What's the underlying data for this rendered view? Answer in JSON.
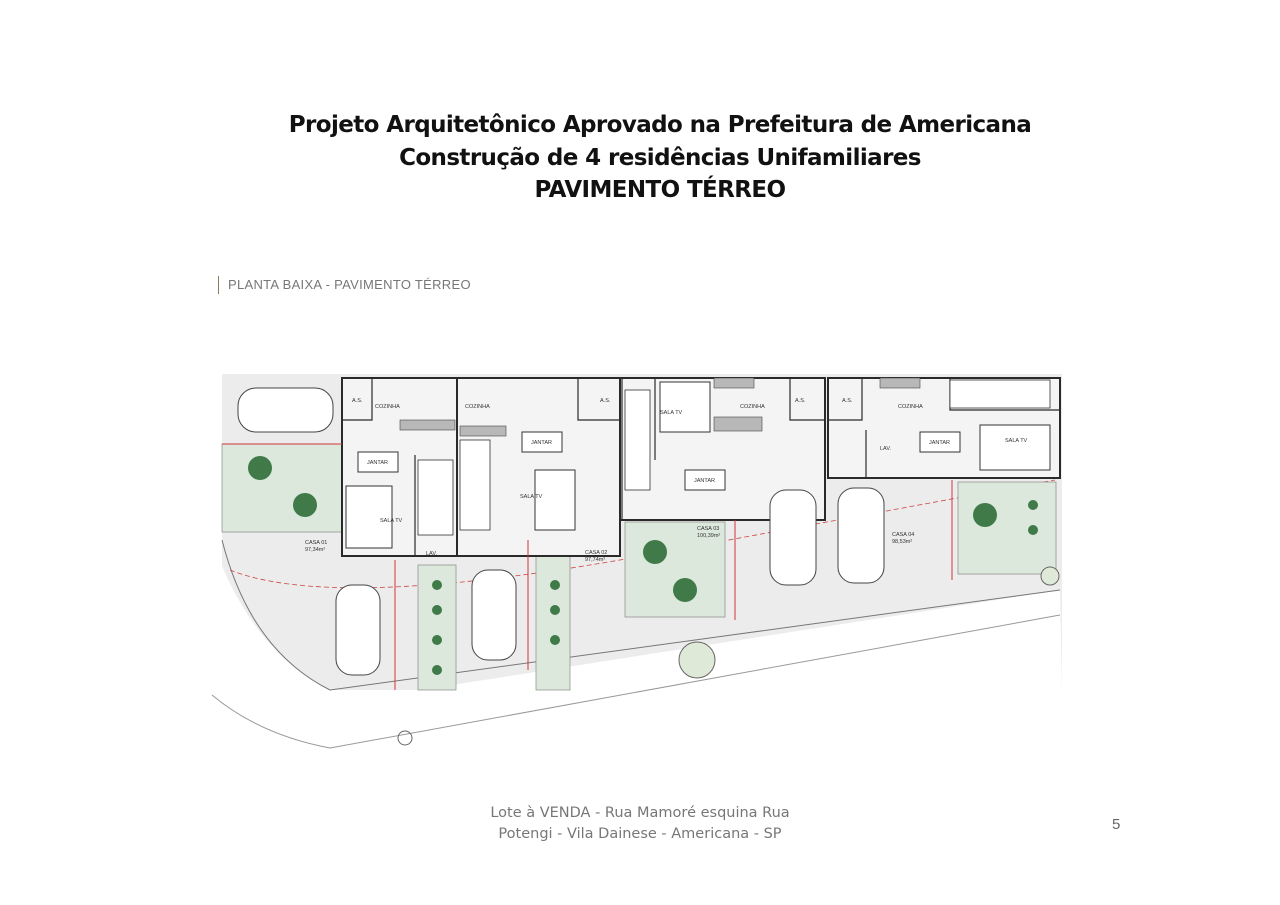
{
  "slide": {
    "title_lines": [
      "Projeto Arquitetônico Aprovado na Prefeitura de Americana",
      "Construção de 4 residências Unifamiliares",
      "PAVIMENTO TÉRREO"
    ],
    "plan_caption": "PLANTA BAIXA - PAVIMENTO TÉRREO",
    "footer_lines": [
      "Lote à VENDA - Rua Mamoré esquina Rua",
      "Potengi - Vila Dainese - Americana - SP"
    ],
    "page_number": "5"
  },
  "plan": {
    "houses": [
      {
        "name": "CASA 01",
        "area": "97,34m²"
      },
      {
        "name": "CASA 02",
        "area": "97,74m²"
      },
      {
        "name": "CASA 03",
        "area": "100,39m²"
      },
      {
        "name": "CASA 04",
        "area": "98,53m²"
      }
    ],
    "rooms": {
      "kitchen": "COZINHA",
      "dining": "JANTAR",
      "living": "SALA TV",
      "service": "A.S.",
      "lavatory": "LAV."
    },
    "colors": {
      "lawn": "#dde8dc",
      "wall": "#2a2a2a",
      "floor": "#ececec",
      "dimension": "#d0343a"
    }
  }
}
